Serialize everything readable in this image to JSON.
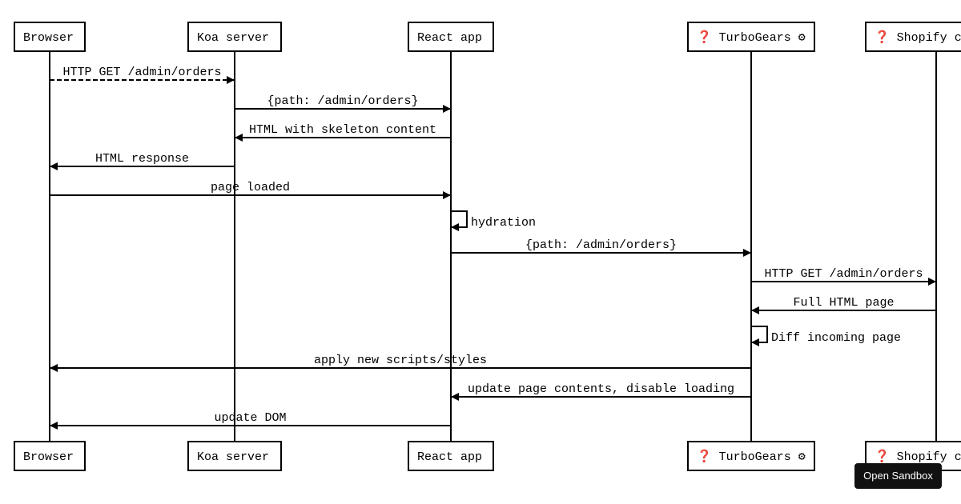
{
  "participants": [
    {
      "label": "Browser"
    },
    {
      "label": "Koa server"
    },
    {
      "label": "React app"
    },
    {
      "label": "❓ TurboGears ⚙"
    },
    {
      "label": "❓ Shopify core"
    }
  ],
  "messages": [
    {
      "label": "HTTP GET /admin/orders",
      "from": 0,
      "to": 1,
      "style": "dashed"
    },
    {
      "label": "{path: /admin/orders}",
      "from": 1,
      "to": 2,
      "style": "solid"
    },
    {
      "label": "HTML with skeleton content",
      "from": 2,
      "to": 1,
      "style": "solid"
    },
    {
      "label": "HTML response",
      "from": 1,
      "to": 0,
      "style": "solid"
    },
    {
      "label": "page loaded",
      "from": 0,
      "to": 2,
      "style": "solid"
    },
    {
      "label": "hydration",
      "from": 2,
      "to": 2,
      "style": "self"
    },
    {
      "label": "{path: /admin/orders}",
      "from": 2,
      "to": 3,
      "style": "solid"
    },
    {
      "label": "HTTP GET /admin/orders",
      "from": 3,
      "to": 4,
      "style": "solid"
    },
    {
      "label": "Full HTML page",
      "from": 4,
      "to": 3,
      "style": "solid"
    },
    {
      "label": "Diff incoming page",
      "from": 3,
      "to": 3,
      "style": "self"
    },
    {
      "label": "apply new scripts/styles",
      "from": 3,
      "to": 0,
      "style": "solid"
    },
    {
      "label": "update page contents, disable loading",
      "from": 3,
      "to": 2,
      "style": "solid"
    },
    {
      "label": "update DOM",
      "from": 2,
      "to": 0,
      "style": "solid"
    }
  ],
  "sandbox_button": {
    "label": "Open Sandbox"
  },
  "colors": {
    "line": "#000000",
    "background": "#ffffff",
    "button_bg": "#111111",
    "button_text": "#ffffff"
  }
}
